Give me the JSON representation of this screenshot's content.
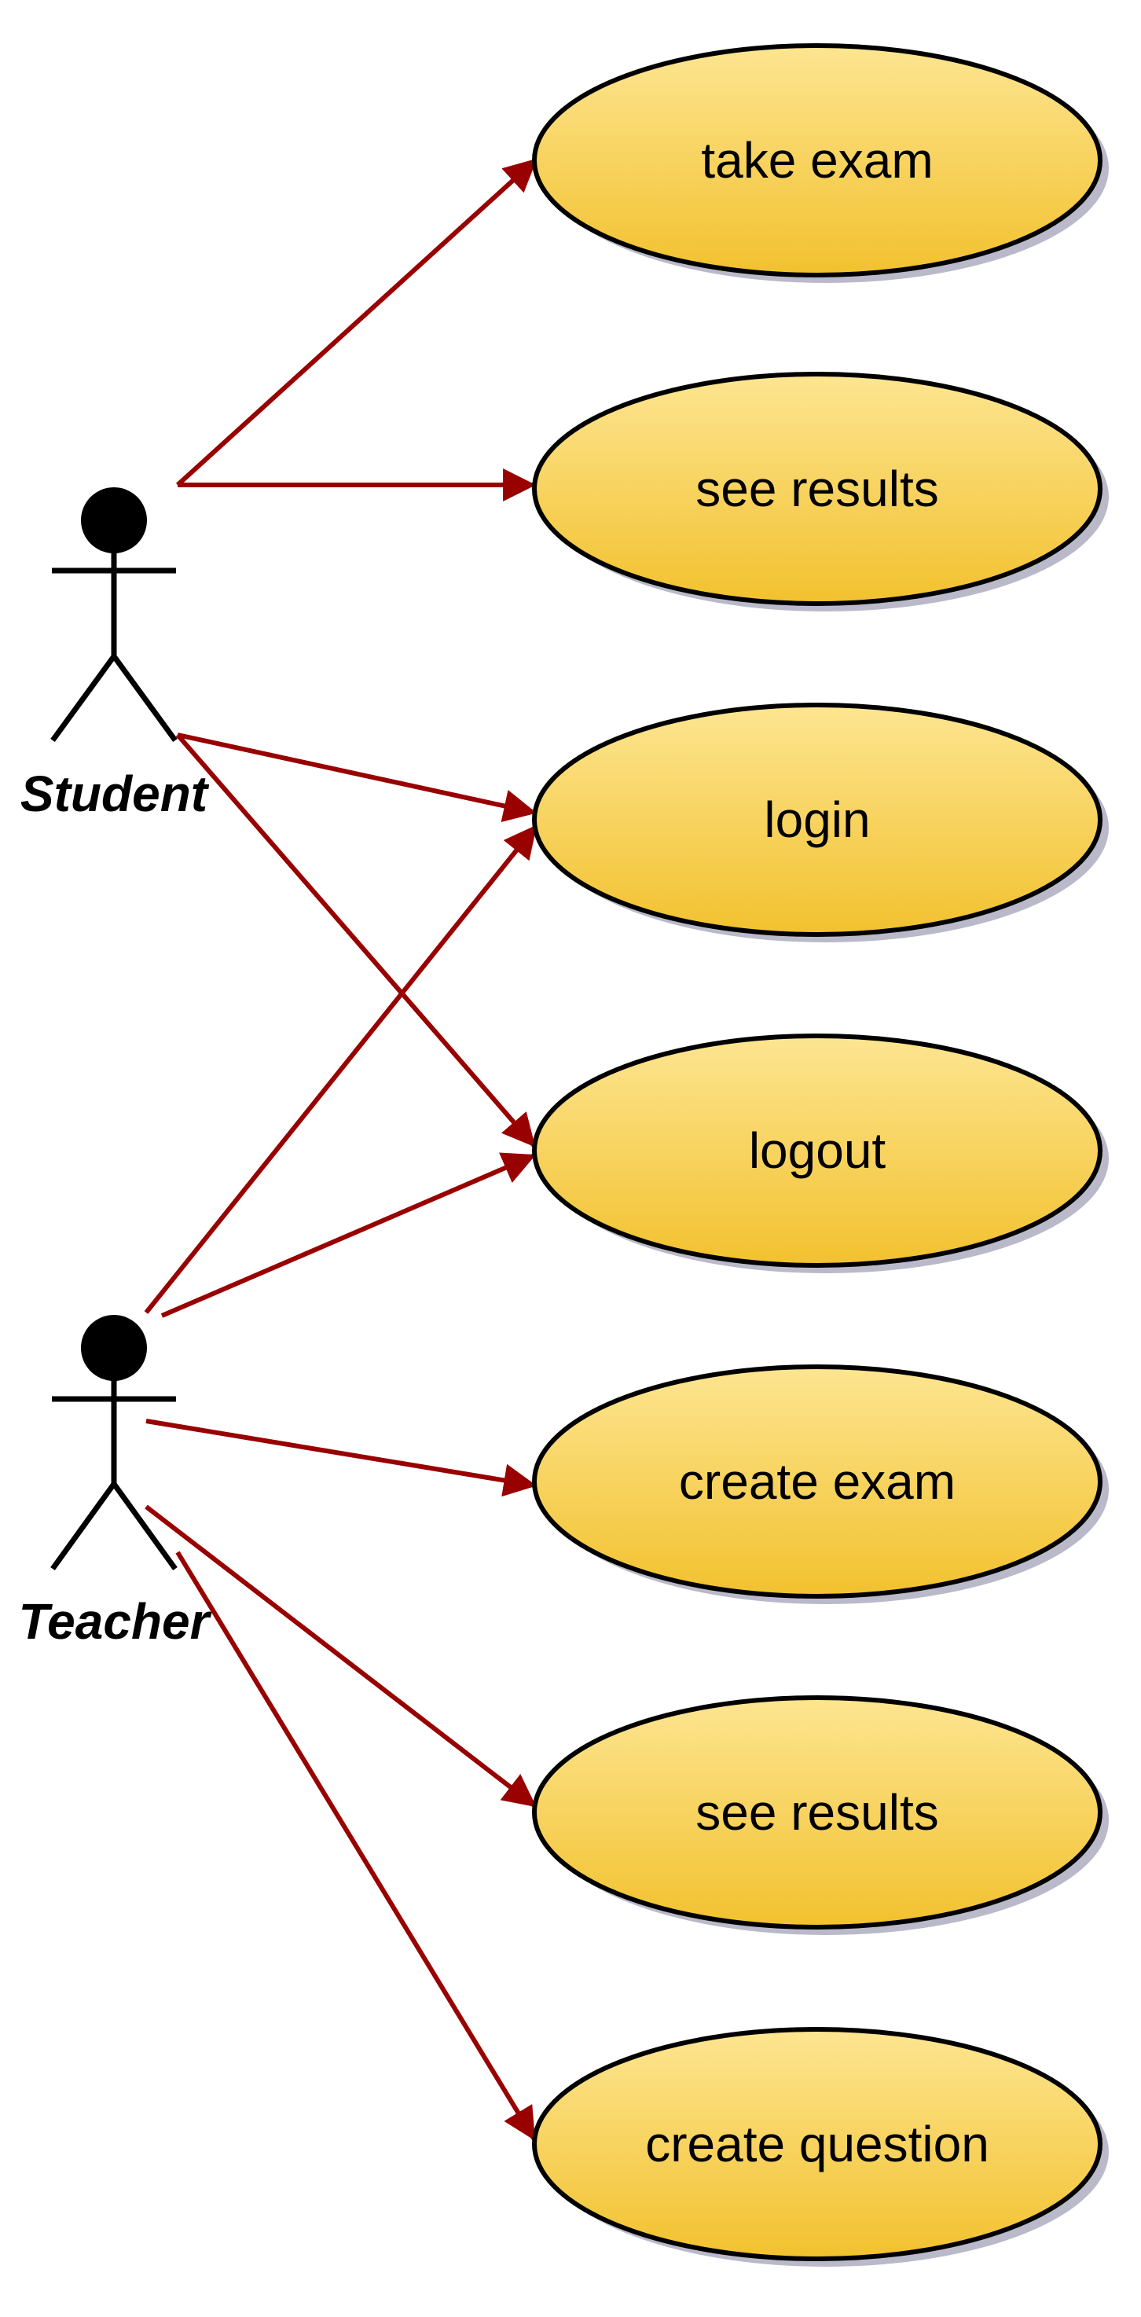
{
  "colors": {
    "ellipse_top": "#fde591",
    "ellipse_bottom": "#f2c12e",
    "association": "#990000",
    "shadow": "#b9b9c9"
  },
  "actors": [
    {
      "id": "student",
      "label": "Student"
    },
    {
      "id": "teacher",
      "label": "Teacher"
    }
  ],
  "use_cases": [
    {
      "id": "take-exam",
      "label": "take exam"
    },
    {
      "id": "see-results-student",
      "label": "see results"
    },
    {
      "id": "login",
      "label": "login"
    },
    {
      "id": "logout",
      "label": "logout"
    },
    {
      "id": "create-exam",
      "label": "create exam"
    },
    {
      "id": "see-results-teacher",
      "label": "see results"
    },
    {
      "id": "create-question",
      "label": "create question"
    }
  ],
  "associations": [
    {
      "from": "student",
      "to": "take-exam"
    },
    {
      "from": "student",
      "to": "see-results-student"
    },
    {
      "from": "student",
      "to": "login"
    },
    {
      "from": "student",
      "to": "logout"
    },
    {
      "from": "teacher",
      "to": "login"
    },
    {
      "from": "teacher",
      "to": "logout"
    },
    {
      "from": "teacher",
      "to": "create-exam"
    },
    {
      "from": "teacher",
      "to": "see-results-teacher"
    },
    {
      "from": "teacher",
      "to": "create-question"
    }
  ]
}
